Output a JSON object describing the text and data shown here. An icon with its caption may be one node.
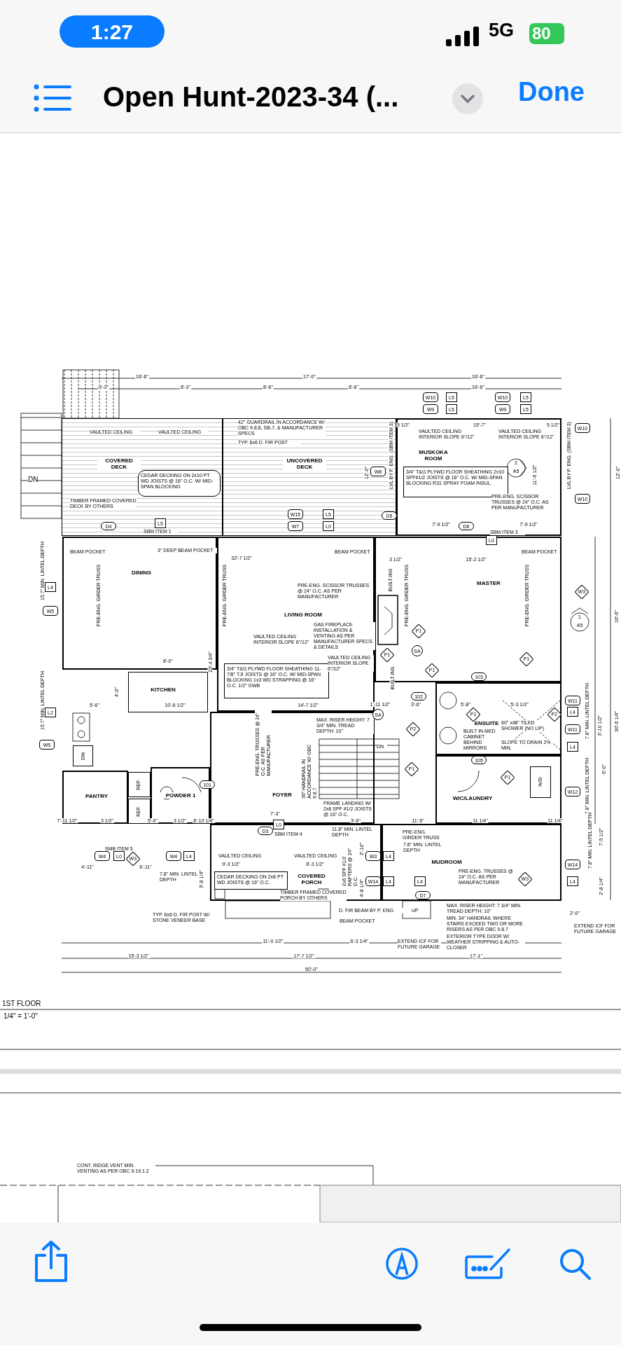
{
  "diagram": {
    "title": "Open Hunt-2023-34 (...",
    "nodes": [
      {
        "text": [
          "COVERED DECK"
        ]
      },
      {
        "text": [
          "UNCOVERED DECK"
        ]
      },
      {
        "text": [
          "MUSKOKA ROOM"
        ]
      },
      {
        "text": [
          "DINING"
        ]
      },
      {
        "text": [
          "LIVING ROOM"
        ]
      },
      {
        "text": [
          "MASTER"
        ]
      },
      {
        "text": [
          "KITCHEN"
        ]
      },
      {
        "text": [
          "PANTRY"
        ]
      },
      {
        "text": [
          "POWDER 1"
        ]
      },
      {
        "text": [
          "FOYER"
        ]
      },
      {
        "text": [
          "ENSUITE"
        ]
      },
      {
        "text": [
          "WIC/LAUNDRY"
        ]
      },
      {
        "text": [
          "COVERED PORCH"
        ]
      },
      {
        "text": [
          "MUDROOM"
        ]
      },
      {
        "text": [
          "CEDAR DECKING ON 2x10 PT WD JOISTS @ 16\" O.C. W/ MID-SPAN BLOCKING"
        ],
        "in": 0
      },
      {
        "text": [
          "3/4\" T&G PLYWD FLOOR SHEATHING 2x10 SPF#1/2 JOISTS @ 16\" O.C. W/ MID-SPAN BLOCKING R31 SPRAY FOAM INSUL."
        ],
        "in": 2
      },
      {
        "text": [
          "3/4\" T&G PLYWD FLOOR SHEATHING 11-7/8\" TJI JOISTS @ 16\" O.C. W/ MID-SPAN BLOCKING 1x3 WD STRAPPING @ 16\" O.C. 1/2\" GWB"
        ],
        "in": 4
      },
      {
        "text": [
          "CEDAR DECKING ON 2x8 PT WD JOISTS @ 16\" O.C."
        ],
        "in": 12
      },
      {
        "text": [
          "REF."
        ]
      },
      {
        "text": [
          "REF."
        ]
      },
      {
        "text": [
          "DW"
        ]
      },
      {
        "text": [
          "W/D"
        ],
        "in": 11
      }
    ],
    "labels": [
      "1:27",
      "5G",
      "80",
      "Done",
      "16'-6\"",
      "17'-0\"",
      "16'-6\"",
      "6'-3\"",
      "8'-3\"",
      "8'-6\"",
      "8'-6\"",
      "16'-6\"",
      "DN",
      "VAULTED CEILING",
      "VAULTED CEILING",
      "42\" GUARDRAIL IN ACCORDANCE W/ OBC 9.8.8, SB-7, & MANUFACTURER SPECS",
      "TYP. 6x6 D. FIR POST",
      "TIMBER FRAMED COVERED DECK BY OTHERS",
      "SBM ITEM 1",
      "3\" DEEP BEAM POCKET",
      "BEAM POCKET",
      "32'-7 1/2\"",
      "15.7\" MIN. LINTEL DEPTH",
      "5 1/2\"",
      "15'-7\"",
      "5 1/2\"",
      "VAULTED CEILING INTERIOR SLOPE 6\"/12\"",
      "VAULTED CEILING INTERIOR SLOPE 6\"/12\"",
      "PRE-ENG. SCISSOR TRUSSES @ 24\" O.C. AS PER MANUFACTURER",
      "7'-9 1/2\"",
      "7'-9 1/2\"",
      "SBM ITEM 3",
      "LVL BY P. ENG. (SBM ITEM 2)",
      "LVL BY P. ENG. (SBM ITEM 2)",
      "12'-0\"",
      "12'-0\"",
      "11'-6 1/2\"",
      "BEAM POCKET",
      "BEAM POCKET",
      "3 1/2\"",
      "15'-2 1/2\"",
      "PRE-ENG. GIRDER TRUSS",
      "PRE-ENG. GIRDER TRUSS",
      "PRE-ENG. GIRDER TRUSS",
      "PRE-ENG. GIRDER TRUSS",
      "PRE-ENG. SCISSOR TRUSSES @ 24\" O.C. AS PER MANUFACTURER",
      "GAS FIREPLACE INSTALLATION & VENTING AS PER MANUFACTURER SPECS & DETAILS",
      "VAULTED CEILING INTERIOR SLOPE 6\"/12\"",
      "VAULTED CEILING INTERIOR SLOPE 6\"/12\"",
      "BUILT-INS",
      "BUILT-INS",
      "8'-0\"",
      "4'-0\"",
      "5'-6\"",
      "10'-6 1/2\"",
      "14'-7 1/2\"",
      "22'-4 3/4\"",
      "15.7\" MIN. LINTEL DEPTH",
      "PRE-ENG. TRUSSES @ 24\" O.C. AS PER MANUFACTURER",
      "MAX. RISER HEIGHT: 7 3/4\" MIN. TREAD DEPTH: 10\"",
      "DN",
      "36\" HANDRAIL IN ACCORDANCE W/ OBC 9.8.7",
      "FRAME LANDING W/ 2x6 SPF #1/2 JOISTS @ 16\" O.C.",
      "11.8\" MIN. LINTEL DEPTH",
      "1'-11 1/2\"",
      "3'-6\"",
      "5'-8\"",
      "5'-3 1/2\"",
      "BUILT IN MED CABINET BEHIND MIRRORS",
      "60\" x48\" TILED SHOWER (NO LIP)",
      "SLOPE TO DRAIN 2% MIN.",
      "7.8\" MIN. LINTEL DEPTH",
      "7.8\" MIN. LINTEL DEPTH",
      "16'-6\"",
      "3'-10 1/2\"",
      "30'-6 1/4\"",
      "6'-0\"",
      "7'-11 1/2\"",
      "3 1/2\"",
      "5'-0\"",
      "3 1/2\"",
      "8'-10 1/4\"",
      "7'-3\"",
      "3'-6\"",
      "11'-5\"",
      "11 1/4\"",
      "11 1/4\"",
      "SMB ITEM 5",
      "SBM ITEM 4",
      "4'-11\"",
      "6'-11\"",
      "7.8\" MIN. LINTEL DEPTH",
      "9'-8 1/4\"",
      "VAULTED CEILING",
      "VAULTED CEILING",
      "9'-3 1/2\"",
      "8'-3 1/2\"",
      "TIMBER FRAMED COVERED PORCH BY OTHERS",
      "2x6 SPF #1/2 RAFTERS @ 24\" O.C.",
      "2'-10\"",
      "4'-8 1/4\"",
      "D. FIR BEAM BY P. ENG.",
      "BEAM POCKET",
      "TYP. 6x6 D. FIR POST W/ STONE VENEER BASE",
      "PRE-ENG. GIRDER TRUSS",
      "7.8\" MIN. LINTEL DEPTH",
      "PRE-ENG. TRUSSES @ 24\" O.C. AS PER MANUFACTURER",
      "UP",
      "MAX. RISER HEIGHT: 7 3/4\" MIN. TREAD DEPTH: 10\"",
      "MIN. 34\" HANDRAIL WHERE STAIRS EXCEED TWO OR MORE RISERS AS PER OBC 9.8.7",
      "EXTERIOR TYPE DOOR W/ WEATHER STRIPPING & AUTO-CLOSER",
      "EXTEND ICF FOR FUTURE GARAGE",
      "EXTEND ICF FOR FUTURE GARAGE",
      "2'-0\"",
      "11'-0 1/2\"",
      "6'-3 1/4\"",
      "15'-3 1/2\"",
      "17'-7 1/2\"",
      "17'-1\"",
      "50'-0\"",
      "7'-5 1/2\"",
      "2'-8 1/4\"",
      "7.8\" MIN. LINTEL DEPTH",
      "1ST FLOOR",
      "1/4\" = 1'-0\"",
      "CONT. RIDGE VENT MIN. VENTING AS PER OBC 9.19.1.2",
      "1",
      "A5",
      "2",
      "A5",
      "W10",
      "W9",
      "L5",
      "L5",
      "W10",
      "W9",
      "L5",
      "L5",
      "W10",
      "W10",
      "W8",
      "W15",
      "W7",
      "L5",
      "D4",
      "L5",
      "L0",
      "L0",
      "D6",
      "D5",
      "L4",
      "W5",
      "L2",
      "W5",
      "W3",
      "P1",
      "SA",
      "P1",
      "P1",
      "P1",
      "102",
      "103",
      "SA",
      "P1",
      "P2",
      "P2",
      "105",
      "P1",
      "P1",
      "W11",
      "L4",
      "W11",
      "L4",
      "W12",
      "101",
      "W4",
      "L0",
      "W3",
      "W4",
      "L4",
      "D3",
      "L0",
      "W3",
      "L4",
      "W14",
      "L4",
      "L4",
      "D7",
      "W3",
      "W14",
      "L4"
    ]
  }
}
